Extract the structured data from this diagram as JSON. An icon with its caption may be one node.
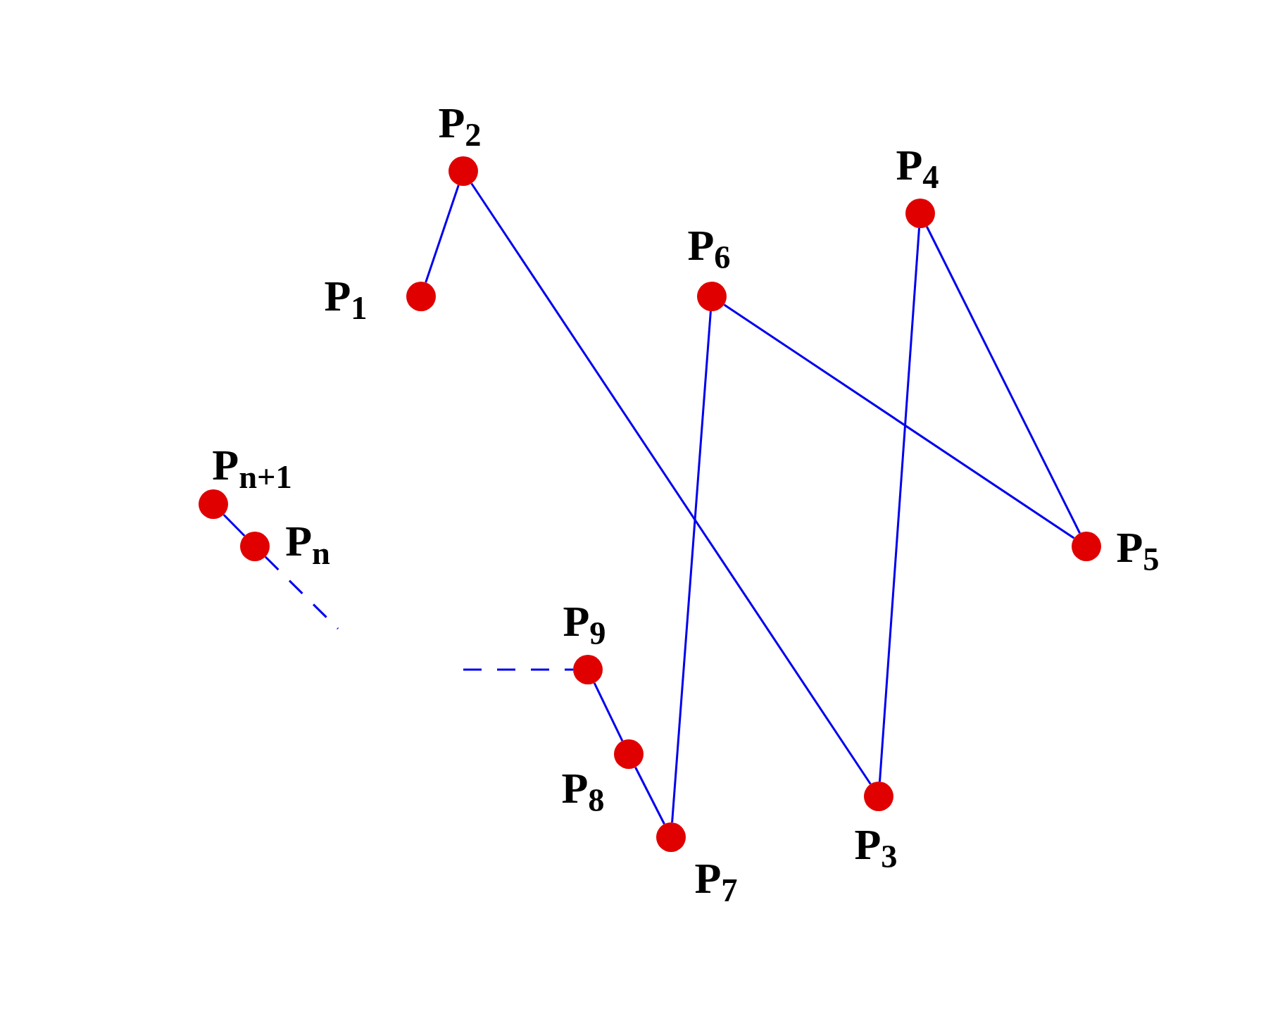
{
  "diagram": {
    "nodes": [
      {
        "text": [],
        "shape": "circle",
        "beside": [
          "P$_{1}$"
        ]
      },
      {
        "text": [],
        "shape": "circle",
        "beside": [
          "P$_{2}$"
        ]
      },
      {
        "text": [],
        "shape": "circle",
        "beside": [
          "P$_{3}$"
        ]
      },
      {
        "text": [],
        "shape": "circle",
        "beside": [
          "P$_{4}$"
        ]
      },
      {
        "text": [],
        "shape": "circle",
        "beside": [
          "P$_{5}$"
        ]
      },
      {
        "text": [],
        "shape": "circle",
        "beside": [
          "P$_{6}$"
        ]
      },
      {
        "text": [],
        "shape": "circle",
        "beside": [
          "P$_{7}$"
        ]
      },
      {
        "text": [],
        "shape": "circle",
        "beside": [
          "P$_{8}$"
        ]
      },
      {
        "text": [],
        "shape": "circle",
        "beside": [
          "P$_{9}$"
        ]
      },
      {
        "text": [],
        "shape": "circle",
        "beside": [
          "P$_{n+1}$"
        ]
      },
      {
        "text": [],
        "shape": "circle",
        "beside": [
          "P$_{n}$"
        ]
      }
    ],
    "edges": [
      {
        "from": 0,
        "to": 1,
        "arrow": "none"
      },
      {
        "from": 1,
        "to": 2,
        "arrow": "none"
      },
      {
        "from": 2,
        "to": 3,
        "arrow": "none"
      },
      {
        "from": 3,
        "to": 4,
        "arrow": "none"
      },
      {
        "from": 4,
        "to": 5,
        "arrow": "none"
      },
      {
        "from": 5,
        "to": 6,
        "arrow": "none"
      },
      {
        "from": 6,
        "to": 7,
        "arrow": "none"
      },
      {
        "from": 7,
        "to": 8,
        "arrow": "none"
      },
      {
        "from": null,
        "to": 8,
        "arrow": "none",
        "style": "dashed"
      },
      {
        "from": 9,
        "to": 10,
        "arrow": "none"
      },
      {
        "from": 10,
        "to": null,
        "arrow": "none",
        "style": "dashed"
      }
    ]
  }
}
